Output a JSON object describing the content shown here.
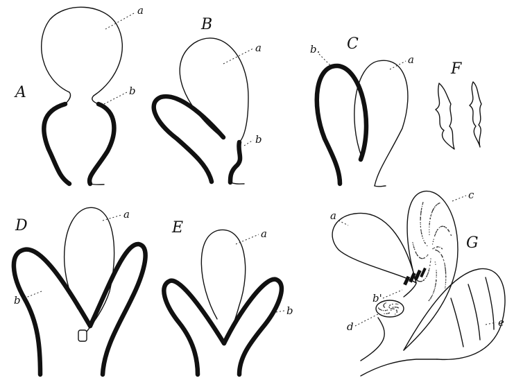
{
  "panels": {
    "A": {
      "letter": "A",
      "labels": {
        "a": "a",
        "b": "b"
      }
    },
    "B": {
      "letter": "B",
      "labels": {
        "a": "a",
        "b": "b"
      }
    },
    "C": {
      "letter": "C",
      "labels": {
        "a": "a",
        "b": "b."
      }
    },
    "D": {
      "letter": "D",
      "labels": {
        "a": "a",
        "b": "b"
      }
    },
    "E": {
      "letter": "E",
      "labels": {
        "a": "a",
        "b": "b"
      }
    },
    "F": {
      "letter": "F"
    },
    "G": {
      "letter": "G",
      "labels": {
        "a": "a",
        "b_prime": "b'",
        "c": "c",
        "d": "d",
        "e": "e"
      }
    }
  }
}
